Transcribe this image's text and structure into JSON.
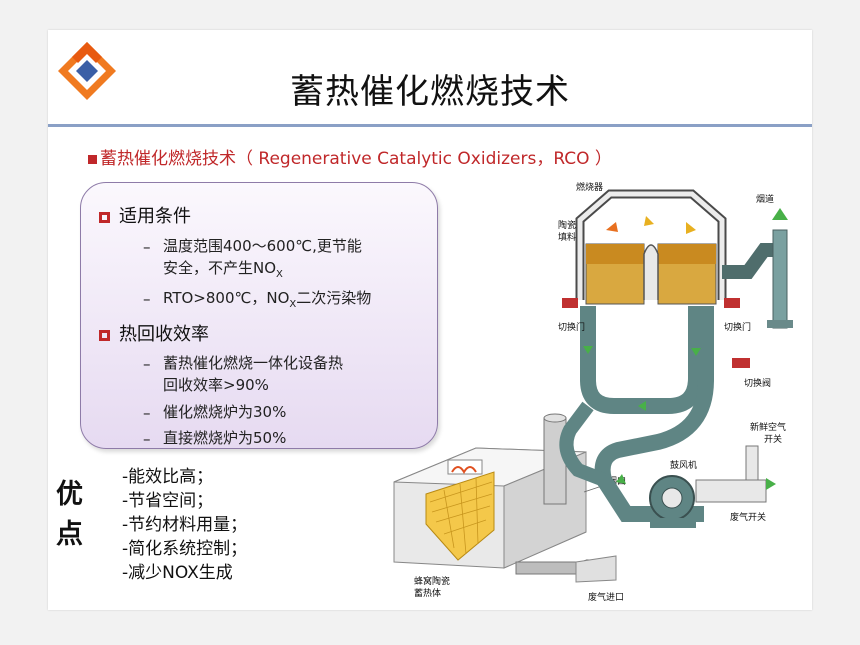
{
  "title": "蓄热催化燃烧技术",
  "subtitle": "蓄热催化燃烧技术（ Regenerative Catalytic Oxidizers，RCO ）",
  "conditions": {
    "heading": "适用条件",
    "line1a": "温度范围400～600℃,更节能",
    "line1b": "安全，不产生NO",
    "line1b_sub": "X",
    "line2_pre": "RTO>800℃，NO",
    "line2_sub": "X",
    "line2_post": "二次污染物"
  },
  "heat": {
    "heading": "热回收效率",
    "line1a": "蓄热催化燃烧一体化设备热",
    "line1b": "回收效率>90%",
    "line2": "催化燃烧炉为30%",
    "line3": "直接燃烧炉为50%"
  },
  "advantages": {
    "label_1": "优",
    "label_2": "点",
    "items": [
      "-能效比高；",
      "-节省空间；",
      "-节约材料用量；",
      "-简化系统控制；",
      "-减少NOX生成"
    ]
  },
  "diagram_right": {
    "burner": "燃烧器",
    "ceramic_1": "陶瓷",
    "ceramic_2": "填料",
    "chimney": "烟道",
    "switch_door_l": "切换门",
    "switch_door_r": "切换门",
    "switch_valve": "切换阀",
    "fresh_air_1": "新鲜空气",
    "fresh_air_2": "开关",
    "blower": "鼓风机",
    "exhaust_switch": "废气开关"
  },
  "diagram_left": {
    "smoke": "烟囱",
    "honeycomb_1": "蜂窝陶瓷",
    "honeycomb_2": "蓄热体",
    "inlet": "废气进口"
  }
}
